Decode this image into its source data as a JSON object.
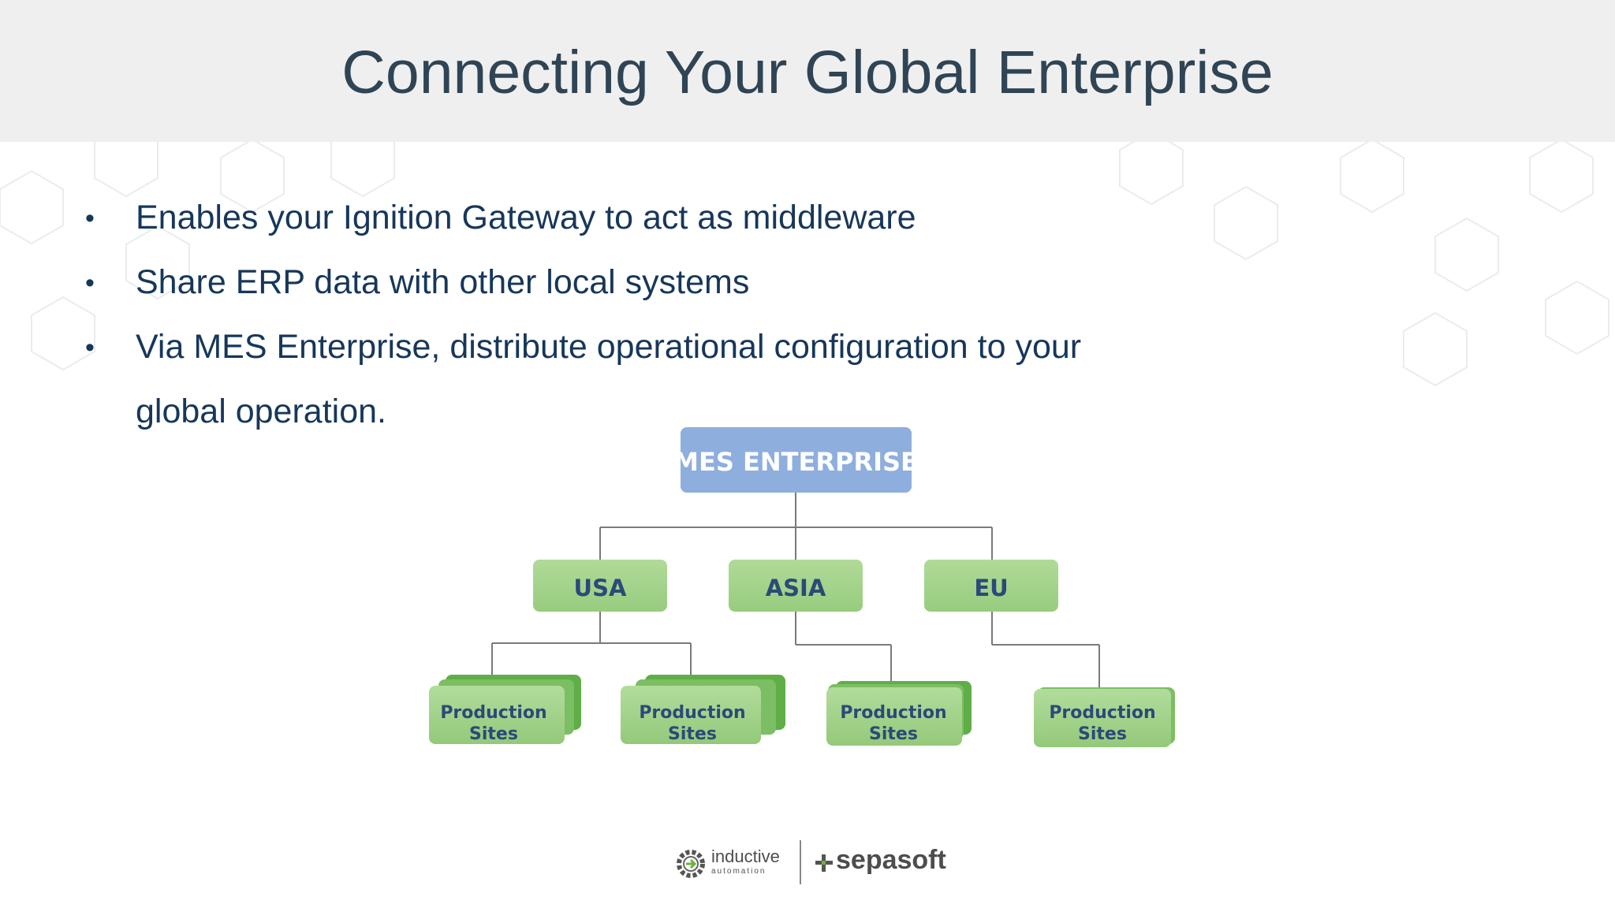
{
  "header": {
    "title": "Connecting Your Global Enterprise"
  },
  "bullets": [
    "Enables your Ignition Gateway to act as middleware",
    "Share ERP data with other local systems",
    "Via MES Enterprise, distribute operational configuration to your",
    "global operation."
  ],
  "diagram": {
    "root": "MES ENTERPRISE",
    "regions": [
      "USA",
      "ASIA",
      "EU"
    ],
    "site_line1": "Production",
    "site_line2": "Sites"
  },
  "footer": {
    "ia_name": "inductive",
    "ia_sub": "automation",
    "sep_name": "sepasoft"
  },
  "colors": {
    "title": "#2f4454",
    "bullet_text": "#17375a",
    "root_fill": "#8eaedd",
    "region_fill": "#a3d18a",
    "site_fill": "#9fd086",
    "site_dark": "#5fae47",
    "node_text": "#2b4a78"
  }
}
